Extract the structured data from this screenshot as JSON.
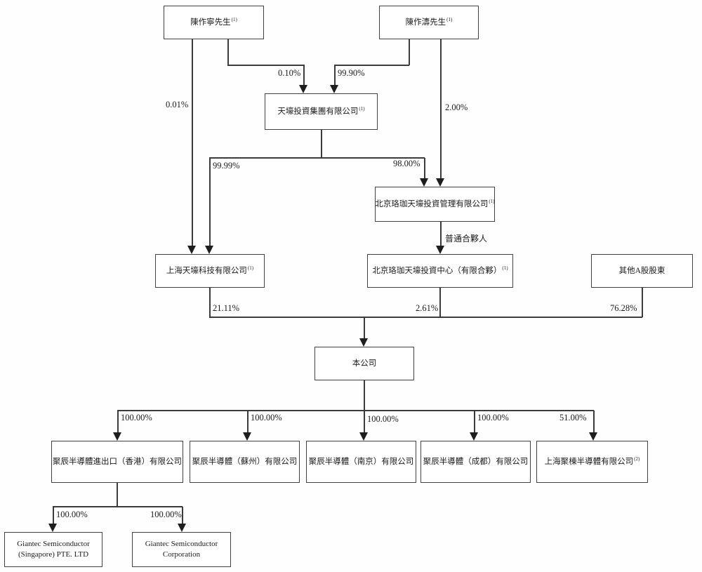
{
  "diagram": {
    "type": "ownership-structure-chart",
    "colors": {
      "line": "#3b3b3b",
      "box_border": "#414141",
      "text": "#1b1b1b",
      "background": "#ffffff"
    },
    "nodes": {
      "chen_zuoning": {
        "label": "陳作寧先生",
        "sup": "(1)"
      },
      "chen_zuotao": {
        "label": "陳作濤先生",
        "sup": "(1)"
      },
      "tianhao_group": {
        "label": "天壕投資集團有限公司",
        "sup": "(1)"
      },
      "beijing_luojia_mgmt": {
        "label": "北京珞珈天壕投資管理有限公司",
        "sup": "(1)"
      },
      "shanghai_tianhao": {
        "label": "上海天壕科技有限公司",
        "sup": "(1)"
      },
      "beijing_luojia_center": {
        "label": "北京珞珈天壕投資中心（有限合夥）",
        "sup": "(1)"
      },
      "other_a_shareholders": {
        "label": "其他A股股東",
        "sup": ""
      },
      "company": {
        "label": "本公司",
        "sup": ""
      },
      "sub_hk": {
        "label": "聚辰半導體進出口（香港）有限公司",
        "sup": ""
      },
      "sub_suzhou": {
        "label": "聚辰半導體（蘇州）有限公司",
        "sup": ""
      },
      "sub_nanjing": {
        "label": "聚辰半導體（南京）有限公司",
        "sup": ""
      },
      "sub_chengdu": {
        "label": "聚辰半導體（成都）有限公司",
        "sup": ""
      },
      "sub_shanghai_judong": {
        "label": "上海聚棟半導體有限公司",
        "sup": "(2)"
      },
      "giantec_sg": {
        "line1": "Giantec Semiconductor",
        "line2": "(Singapore) PTE. LTD"
      },
      "giantec_corp": {
        "line1": "Giantec Semiconductor",
        "line2": "Corporation"
      }
    },
    "edge_labels": {
      "p_001": "0.01%",
      "p_010": "0.10%",
      "p_9990": "99.90%",
      "p_200": "2.00%",
      "p_9999": "99.99%",
      "p_9800": "98.00%",
      "general_partner": "普通合夥人",
      "p_2111": "21.11%",
      "p_261": "2.61%",
      "p_7628": "76.28%",
      "p100_hk": "100.00%",
      "p100_suzhou": "100.00%",
      "p100_nanjing": "100.00%",
      "p100_chengdu": "100.00%",
      "p_5100": "51.00%",
      "p100_sg": "100.00%",
      "p100_corp": "100.00%"
    }
  }
}
